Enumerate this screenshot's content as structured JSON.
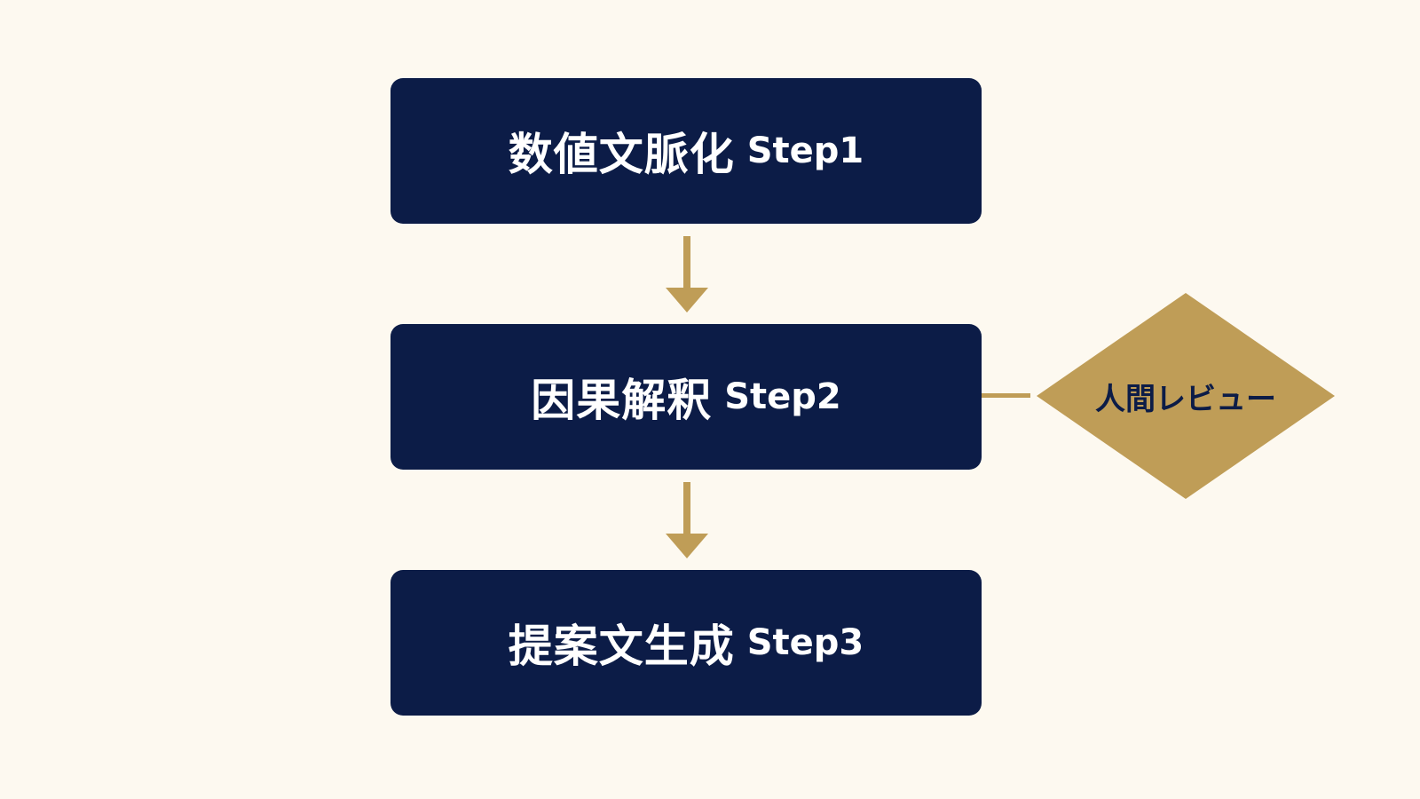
{
  "steps": [
    {
      "label": "数値文脈化",
      "tag": "Step1"
    },
    {
      "label": "因果解釈",
      "tag": "Step2"
    },
    {
      "label": "提案文生成",
      "tag": "Step3"
    }
  ],
  "review": {
    "label": "人間レビュー"
  },
  "colors": {
    "background": "#fdf9f0",
    "box": "#0c1c47",
    "box_text": "#ffffff",
    "accent_gold": "#bf9d57",
    "review_text": "#0c1c47"
  }
}
